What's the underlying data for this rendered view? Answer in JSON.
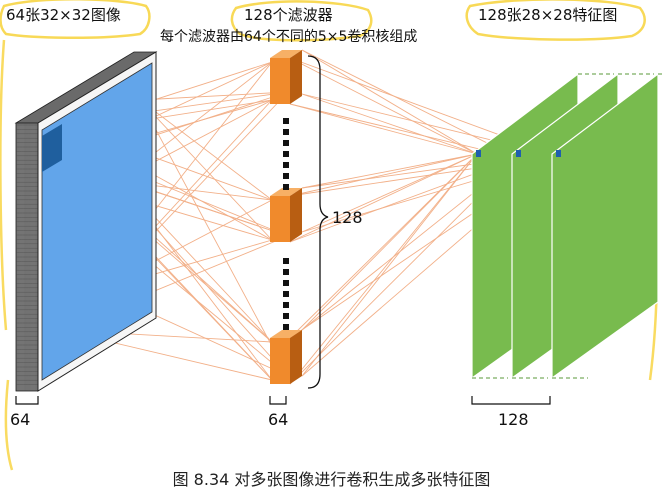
{
  "labels": {
    "input_title": "64张32×32图像",
    "filters_title": "128个滤波器",
    "filters_subtitle": "每个滤波器由64个不同的5×5卷积核组成",
    "maps_title": "128张28×28特征图",
    "brace_count": "128",
    "input_depth": "64",
    "filter_depth": "64",
    "maps_count": "128"
  },
  "caption": "图 8.34   对多张图像进行卷积生成多张特征图",
  "colors": {
    "image_fill": "#62a5ea",
    "image_border": "#1c1c1c",
    "image_patch": "#1f5f9e",
    "filter_front": "#f08a2c",
    "filter_top": "#f7b066",
    "filter_side": "#b85e12",
    "feature_map": "#78bb4e",
    "feature_dot": "#1f5fae",
    "connection_line": "#f2b089",
    "highlight_ring": "#f7d23a"
  }
}
